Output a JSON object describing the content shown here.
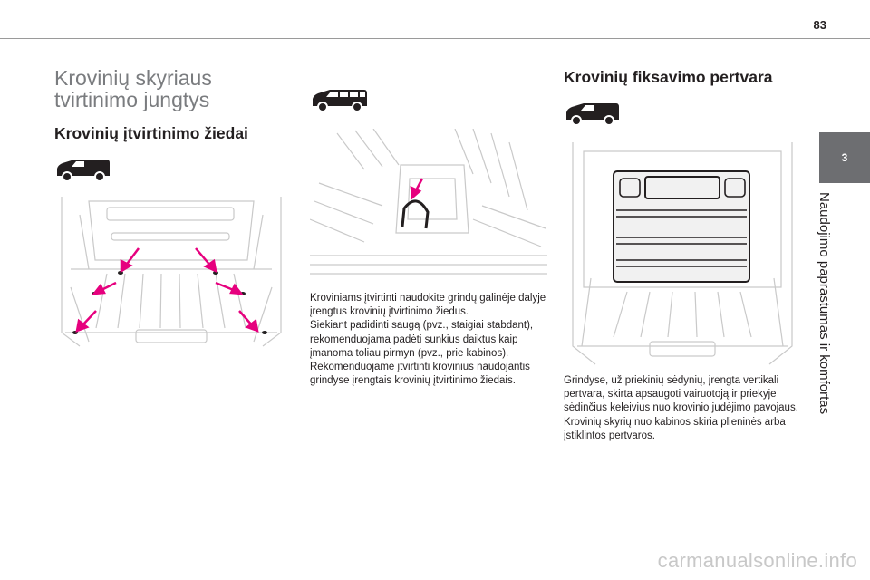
{
  "page": {
    "number": "83"
  },
  "chapter": {
    "number": "3",
    "title": "Naudojimo paprastumas ir komfortas"
  },
  "left": {
    "section_title_line1": "Krovinių skyriaus",
    "section_title_line2": "tvirtinimo jungtys",
    "rings_heading": "Krovinių įtvirtinimo žiedai",
    "rings_text": [
      "Kroviniams įtvirtinti naudokite grindų galinėje dalyje įrengtus krovinių įtvirtinimo žiedus.",
      "Siekiant padidinti saugą (pvz., staigiai stabdant), rekomenduojama padėti sunkius daiktus kaip įmanoma toliau pirmyn (pvz., prie kabinos).",
      "Rekomenduojame įtvirtinti krovinius naudojantis grindyse įrengtais krovinių įtvirtinimo žiedais."
    ]
  },
  "right": {
    "partition_heading": "Krovinių fiksavimo pertvara",
    "partition_text": [
      "Grindyse, už priekinių sėdynių, įrengta vertikali pertvara, skirta apsaugoti vairuotoją ir priekyje sėdinčius keleivius nuo krovinio judėjimo pavojaus.",
      "Krovinių skyrių nuo kabinos skiria plieninės arba įstiklintos pertvaros."
    ]
  },
  "icons": {
    "van": "van-icon",
    "passenger_van": "passenger-van-icon",
    "arrow": "pointer-arrow-icon"
  },
  "colors": {
    "arrow": "#e6007e",
    "tab": "#6d6e71",
    "title_grey": "#7a7c7f"
  },
  "watermark": "carmanualsonline.info"
}
